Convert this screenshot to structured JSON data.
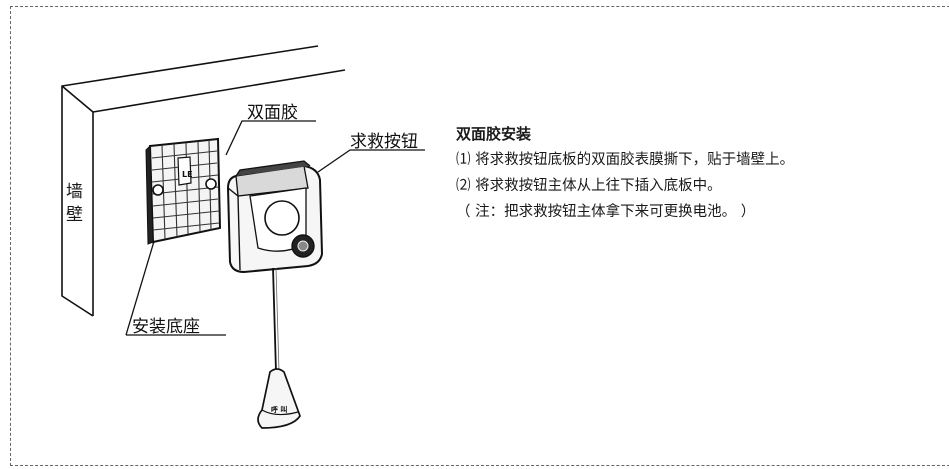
{
  "labels": {
    "wall_top": "墙",
    "wall_bottom": "壁",
    "double_tape": "双面胶",
    "sos_button": "求救按钮",
    "mount_base": "安装底座"
  },
  "instructions": {
    "heading": "双面胶安装",
    "step1": "⑴ 将求救按钮底板的双面胶表膜撕下，贴于墙壁上。",
    "step2": "⑵ 将求救按钮主体从上往下插入底板中。",
    "note": "（ 注：把求救按钮主体拿下来可更换电池。 ）"
  },
  "device_marks": {
    "base_mark": "LE",
    "pendant_mark": "呼 叫"
  }
}
